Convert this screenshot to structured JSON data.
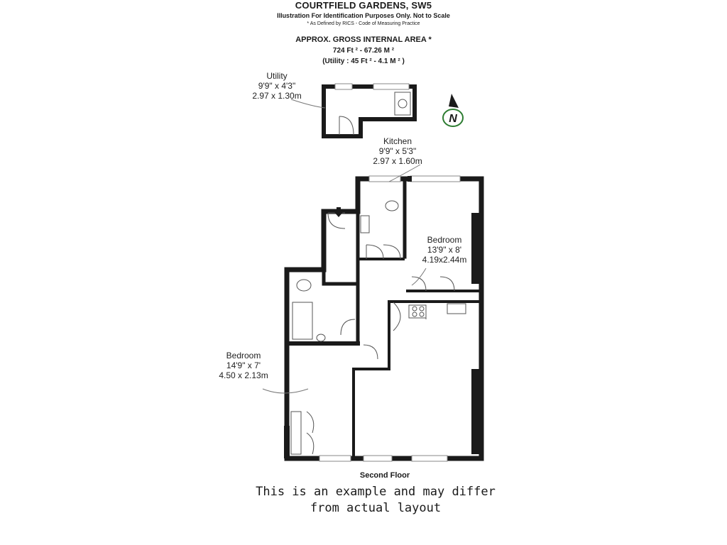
{
  "header": {
    "title": "COURTFIELD GARDENS, SW5",
    "illustration_note": "Illustration For Identification Purposes Only. Not to Scale",
    "rics_note": "* As Defined by RICS - Code of Measuring Practice",
    "area_title": "APPROX. GROSS INTERNAL  AREA *",
    "area_total": "724 Ft ² - 67.26 M ²",
    "area_utility": "(Utility : 45 Ft ² - 4.1 M ² )"
  },
  "rooms": {
    "utility": {
      "name": "Utility",
      "imperial": "9'9\" x 4'3\"",
      "metric": "2.97 x 1.30m"
    },
    "kitchen": {
      "name": "Kitchen",
      "imperial": "9'9\" x 5'3\"",
      "metric": "2.97 x 1.60m"
    },
    "bedroom_right": {
      "name": "Bedroom",
      "imperial": "13'9\" x 8'",
      "metric": "4.19x2.44m"
    },
    "bedroom_left": {
      "name": "Bedroom",
      "imperial": "14'9\" x 7'",
      "metric": "4.50 x 2.13m"
    }
  },
  "compass": {
    "letter": "N"
  },
  "floor_label": "Second Floor",
  "disclaimer": {
    "line1": "This is an example and may differ",
    "line2": "from actual layout"
  },
  "colors": {
    "wall": "#1a1a1a",
    "compass": "#2e7d32"
  }
}
